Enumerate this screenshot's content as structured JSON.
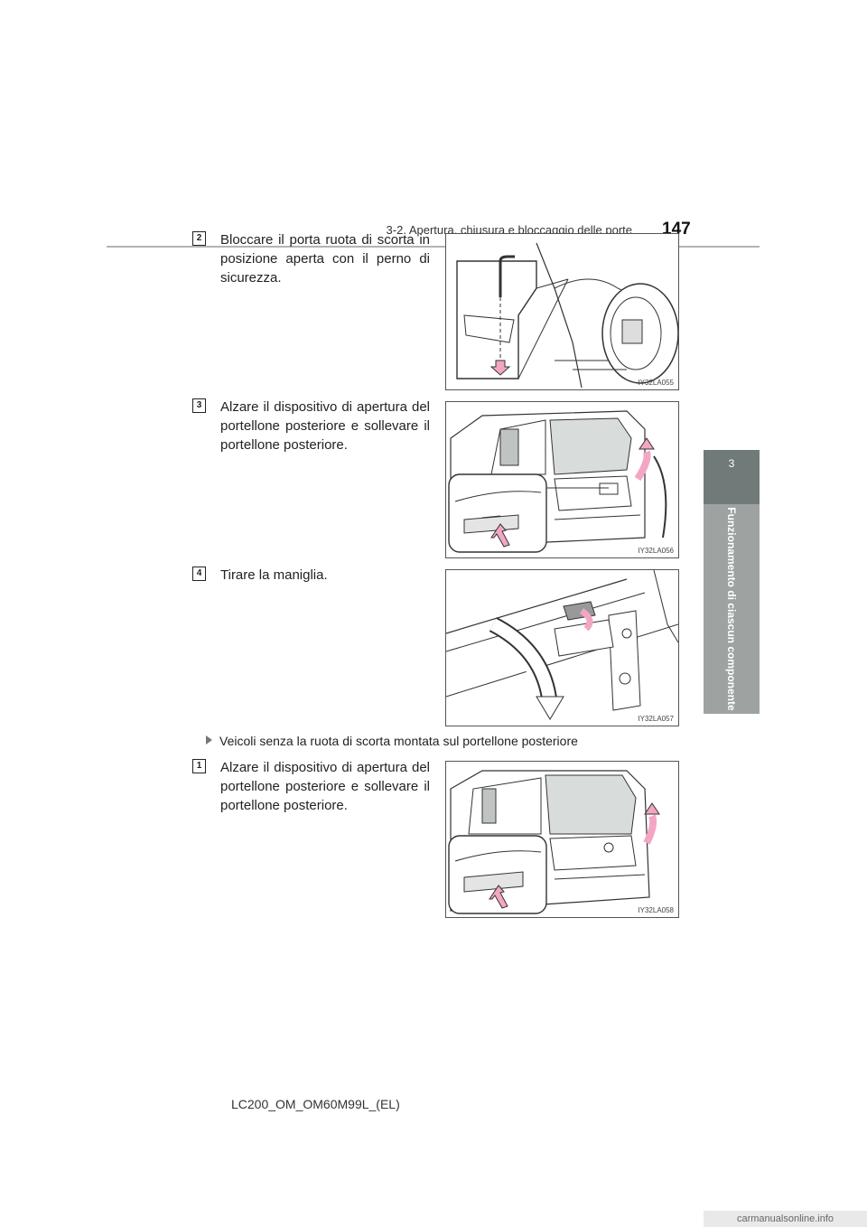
{
  "header": {
    "section_title": "3-2. Apertura, chiusura e bloccaggio delle porte",
    "page_number": "147"
  },
  "side_tab": {
    "chapter_number": "3",
    "chapter_label": "Funzionamento di ciascun componente"
  },
  "steps": [
    {
      "number": "2",
      "text": "Bloccare il porta ruota di scorta in posizione aperta con il perno di sicurezza.",
      "figure_code": "IY32LA055"
    },
    {
      "number": "3",
      "text": "Alzare il dispositivo di apertura del portellone posteriore e sollevare il portellone posteriore.",
      "figure_code": "IY32LA056"
    },
    {
      "number": "4",
      "text": "Tirare la maniglia.",
      "figure_code": "IY32LA057"
    }
  ],
  "subsection": {
    "label": "Veicoli senza la ruota di scorta montata sul portellone posteriore",
    "steps": [
      {
        "number": "1",
        "text": "Alzare il dispositivo di apertura del portellone posteriore e sollevare il portellone posteriore.",
        "figure_code": "IY32LA058"
      }
    ]
  },
  "footer": {
    "doc_code": "LC200_OM_OM60M99L_(EL)"
  },
  "watermark": {
    "text": "carmanualsonline.info"
  },
  "colors": {
    "tab_dark": "#707a78",
    "tab_light": "#9ea3a2",
    "arrow_pink": "#f3a6c4",
    "rule": "#b0b5b2"
  }
}
